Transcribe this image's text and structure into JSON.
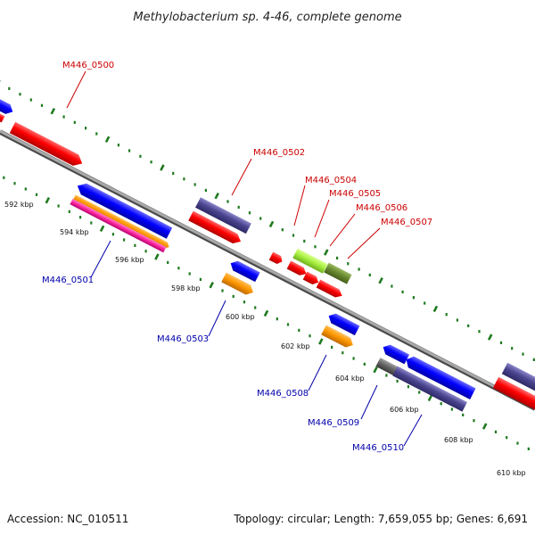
{
  "title": "Methylobacterium sp. 4-46, complete genome",
  "footer": {
    "accession": "Accession: NC_010511",
    "topology": "Topology: circular; Length: 7,659,055 bp; Genes: 6,691"
  },
  "ruler_labels": [
    "592 kbp",
    "594 kbp",
    "596 kbp",
    "598 kbp",
    "600 kbp",
    "602 kbp",
    "604 kbp",
    "606 kbp",
    "608 kbp",
    "610 kbp"
  ],
  "top_genes": [
    "M446_0500",
    "M446_0502",
    "M446_0504",
    "M446_0505",
    "M446_0506",
    "M446_0507"
  ],
  "bottom_genes": [
    "M446_0501",
    "M446_0503",
    "M446_0508",
    "M446_0509",
    "M446_0510"
  ],
  "colors": {
    "top_label": "#cc0000",
    "bottom_label": "#0000aa",
    "tick": "#1f7a1f",
    "backbone": "#7a7a7a"
  }
}
